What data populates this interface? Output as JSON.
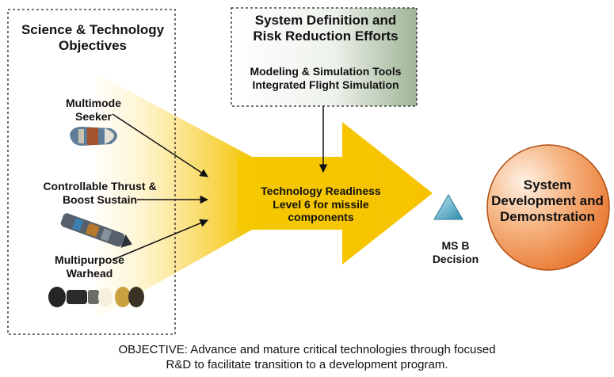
{
  "science_tech": {
    "title_lines": [
      "Science & Technology",
      "Objectives"
    ],
    "items": [
      {
        "label_lines": [
          "Multimode",
          "Seeker"
        ],
        "icon": "seeker-icon"
      },
      {
        "label_lines": [
          "Controllable Thrust &",
          "Boost Sustain"
        ],
        "icon": "thrust-icon"
      },
      {
        "label_lines": [
          "Multipurpose",
          "Warhead"
        ],
        "icon": "warhead-icon"
      }
    ]
  },
  "system_definition": {
    "title_lines": [
      "System Definition and",
      "Risk Reduction Efforts"
    ],
    "tool_lines": [
      "Modeling & Simulation Tools",
      "Integrated Flight Simulation"
    ]
  },
  "arrow": {
    "label_lines": [
      "Technology Readiness",
      "Level 6 for missile",
      "components"
    ]
  },
  "milestone": {
    "label_lines": [
      "MS B",
      "Decision"
    ],
    "icon": "triangle-icon"
  },
  "sdd": {
    "label_lines": [
      "System",
      "Development and",
      "Demonstration"
    ]
  },
  "objective": {
    "lines": [
      "OBJECTIVE: Advance and mature critical technologies through focused",
      "R&D to facilitate transition to a development program."
    ]
  },
  "colors": {
    "arrow_yellow": "#f2c400",
    "arrow_light": "#fff6d0",
    "box_green": "#b9cbb3",
    "circle_orange": "#e8752c",
    "triangle_blue": "#3fa8c8"
  }
}
